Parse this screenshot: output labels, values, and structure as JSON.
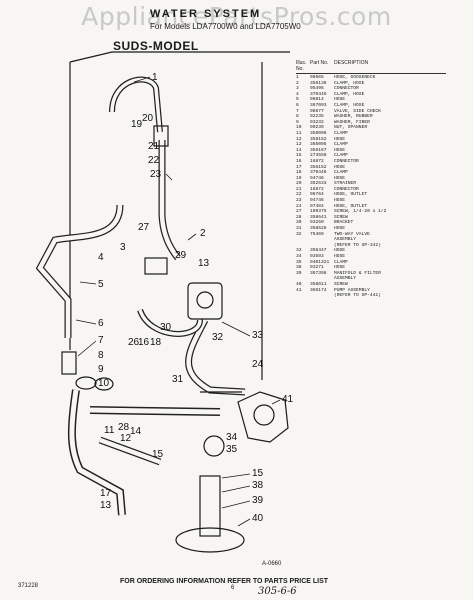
{
  "watermark": "AppliancePartsPros.com",
  "header": {
    "title": "WATER SYSTEM",
    "subtitle": "For Models LDA7700W0 and LDA7705W0",
    "section": "SUDS-MODEL"
  },
  "parts_table": {
    "col_illus": "Illus.\nNo.",
    "col_part": "Part\nNo.",
    "col_desc": "DESCRIPTION",
    "rows": [
      [
        "1",
        "98665",
        "HOSE, GOOSENECK"
      ],
      [
        "2",
        "356138",
        "CLAMP, HOSE"
      ],
      [
        "3",
        "95496",
        "CONNECTOR"
      ],
      [
        "4",
        "370445",
        "CLAMP, HOSE"
      ],
      [
        "5",
        "96814",
        "HOSE"
      ],
      [
        "6",
        "367093",
        "CLAMP, HOSE"
      ],
      [
        "7",
        "98677",
        "VALVE, SIDE CHECK"
      ],
      [
        "8",
        "92235",
        "WASHER, RUBBER"
      ],
      [
        "9",
        "93232",
        "WASHER, FIBER"
      ],
      [
        "10",
        "90239",
        "NUT, SPANNER"
      ],
      [
        "11",
        "358096",
        "CLAMP"
      ],
      [
        "12",
        "358152",
        "HOSE"
      ],
      [
        "13",
        "365096",
        "CLAMP"
      ],
      [
        "14",
        "356167",
        "HOSE"
      ],
      [
        "15",
        "273558",
        "CLAMP"
      ],
      [
        "16",
        "16872",
        "CONNECTOR"
      ],
      [
        "17",
        "356152",
        "HOSE"
      ],
      [
        "18",
        "370446",
        "CLAMP"
      ],
      [
        "19",
        "94746",
        "HOSE"
      ],
      [
        "20",
        "352533",
        "STRAINER"
      ],
      [
        "21",
        "16872",
        "CONNECTOR"
      ],
      [
        "22",
        "96764",
        "HOSE, OUTLET"
      ],
      [
        "23",
        "94746",
        "HOSE"
      ],
      [
        "24",
        "97484",
        "HOSE, OUTLET"
      ],
      [
        "27",
        "190375",
        "SCREW, 1/4-20 x 1/2"
      ],
      [
        "28",
        "358641",
        "SCREW"
      ],
      [
        "30",
        "93250",
        "BRACKET"
      ],
      [
        "31",
        "358526",
        "HOSE"
      ],
      [
        "32",
        "75469",
        "TWO-WAY VALVE"
      ],
      [
        "",
        "",
        "ASSEMBLY"
      ],
      [
        "",
        "",
        "(REFER TO SP-342)"
      ],
      [
        "33",
        "356447",
        "HOSE"
      ],
      [
        "34",
        "93593",
        "HOSE"
      ],
      [
        "35",
        "9401321",
        "CLAMP"
      ],
      [
        "",
        "",
        ""
      ],
      [
        "38",
        "93271",
        "HOSE"
      ],
      [
        "39",
        "367398",
        "MANIFOLD & FILTER"
      ],
      [
        "",
        "",
        "ASSEMBLY"
      ],
      [
        "40",
        "358611",
        "SCREW"
      ],
      [
        "41",
        "366174",
        "PUMP ASSEMBLY"
      ],
      [
        "",
        "",
        "(REFER TO SP-441)"
      ]
    ]
  },
  "callouts": [
    "1",
    "19",
    "20",
    "21",
    "22",
    "23",
    "27",
    "2",
    "29",
    "13",
    "3",
    "4",
    "5",
    "6",
    "7",
    "8",
    "9",
    "10",
    "12",
    "11",
    "26",
    "16",
    "18",
    "30",
    "32",
    "33",
    "31",
    "24",
    "41",
    "14",
    "15",
    "17",
    "13",
    "34",
    "35",
    "15",
    "38",
    "39",
    "40",
    "28"
  ],
  "footer": {
    "ordering_note": "FOR ORDERING INFORMATION REFER TO PARTS PRICE LIST",
    "doc_code": "371228",
    "page": "6",
    "handwritten": "305-6-6",
    "diagram_code": "A-0660"
  }
}
